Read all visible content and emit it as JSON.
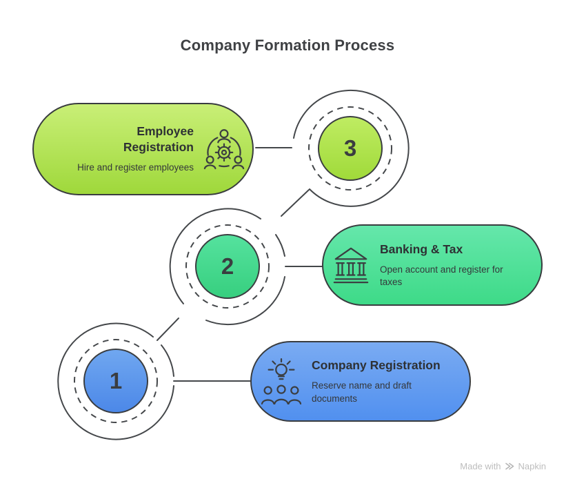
{
  "title": "Company Formation Process",
  "steps": [
    {
      "number": "1",
      "title": "Company Registration",
      "description": "Reserve name and draft documents",
      "icon": "idea-team-icon",
      "color_top": "#7aabf2",
      "color_bottom": "#5190ef"
    },
    {
      "number": "2",
      "title": "Banking & Tax",
      "description": "Open account and register for taxes",
      "icon": "bank-icon",
      "color_top": "#65e7ab",
      "color_bottom": "#3eda88"
    },
    {
      "number": "3",
      "title": "Employee Registration",
      "description": "Hire and register employees",
      "icon": "team-gear-icon",
      "color_top": "#c9ef77",
      "color_bottom": "#9fd83b"
    }
  ],
  "watermark": {
    "prefix": "Made with",
    "brand": "Napkin"
  },
  "colors": {
    "line": "#44474a",
    "text_primary": "#2e3134",
    "text_secondary": "#34373a",
    "title": "#3f4144"
  }
}
